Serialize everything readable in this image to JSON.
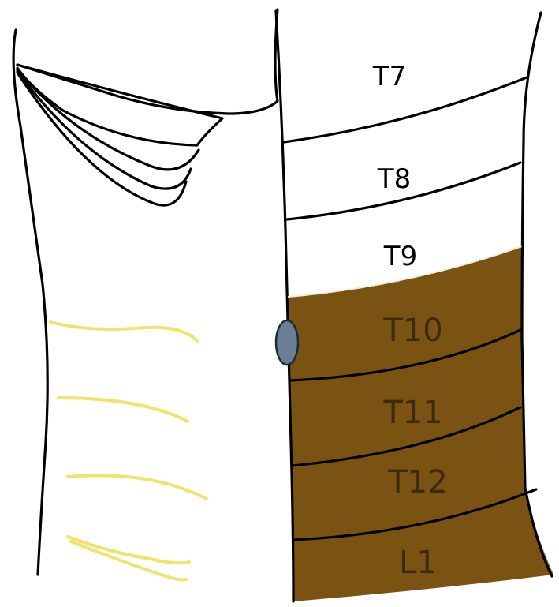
{
  "diagram": {
    "colors": {
      "outline": "#000000",
      "nerve": "#efe36a",
      "shaded_region": "#7a5212",
      "shaded_label": "#3b2a10",
      "white_label": "#000000",
      "marker_fill": "#6b7f97",
      "marker_stroke": "#1f2a36"
    },
    "dermatomes": [
      {
        "label": "T7",
        "shaded": false
      },
      {
        "label": "T8",
        "shaded": false
      },
      {
        "label": "T9",
        "shaded": false
      },
      {
        "label": "T10",
        "shaded": true
      },
      {
        "label": "T11",
        "shaded": true
      },
      {
        "label": "T12",
        "shaded": true
      },
      {
        "label": "L1",
        "shaded": true
      }
    ],
    "marker_icon": "umbilicus-marker",
    "nerve_count": 4
  }
}
